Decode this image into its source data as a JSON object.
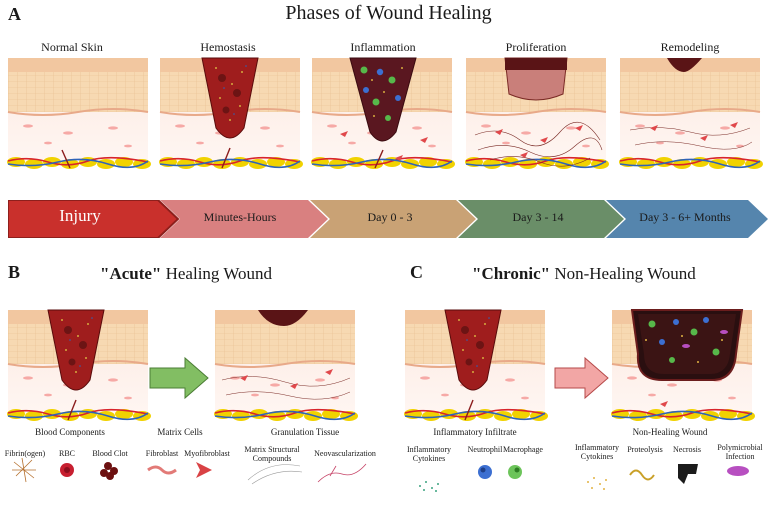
{
  "panel_a": {
    "letter": "A",
    "title": "Phases of Wound Healing",
    "stages": [
      "Normal Skin",
      "Hemostasis",
      "Inflammation",
      "Proliferation",
      "Remodeling"
    ],
    "timeline": [
      {
        "label": "Injury",
        "color": "#c9302c"
      },
      {
        "label": "Minutes-Hours",
        "color": "#d98080"
      },
      {
        "label": "Day 0 - 3",
        "color": "#c9a275"
      },
      {
        "label": "Day 3 - 14",
        "color": "#6a8e68"
      },
      {
        "label": "Day 3 - 6+ Months",
        "color": "#5585ad"
      }
    ]
  },
  "panel_b": {
    "letter": "B",
    "title_bold": "\"Acute\"",
    "title_rest": " Healing Wound",
    "groups": [
      {
        "name": "Blood Components",
        "items": [
          "Fibrin(ogen)",
          "RBC",
          "Blood Clot"
        ]
      },
      {
        "name": "Matrix Cells",
        "items": [
          "Fibroblast",
          "Myofibroblast"
        ]
      },
      {
        "name": "Granulation Tissue",
        "items": [
          "Matrix Structural Compounds",
          "Neovascularization"
        ]
      }
    ]
  },
  "panel_c": {
    "letter": "C",
    "title_bold": "\"Chronic\"",
    "title_rest": " Non-Healing Wound",
    "groups": [
      {
        "name": "Inflammatory Infiltrate",
        "items": [
          "Inflammatory Cytokines",
          "Neutrophil",
          "Macrophage"
        ]
      },
      {
        "name": "Non-Healing Wound",
        "items": [
          "Inflammatory Cytokines",
          "Proteolysis",
          "Necrosis",
          "Polymicrobial Infection"
        ]
      }
    ]
  }
}
